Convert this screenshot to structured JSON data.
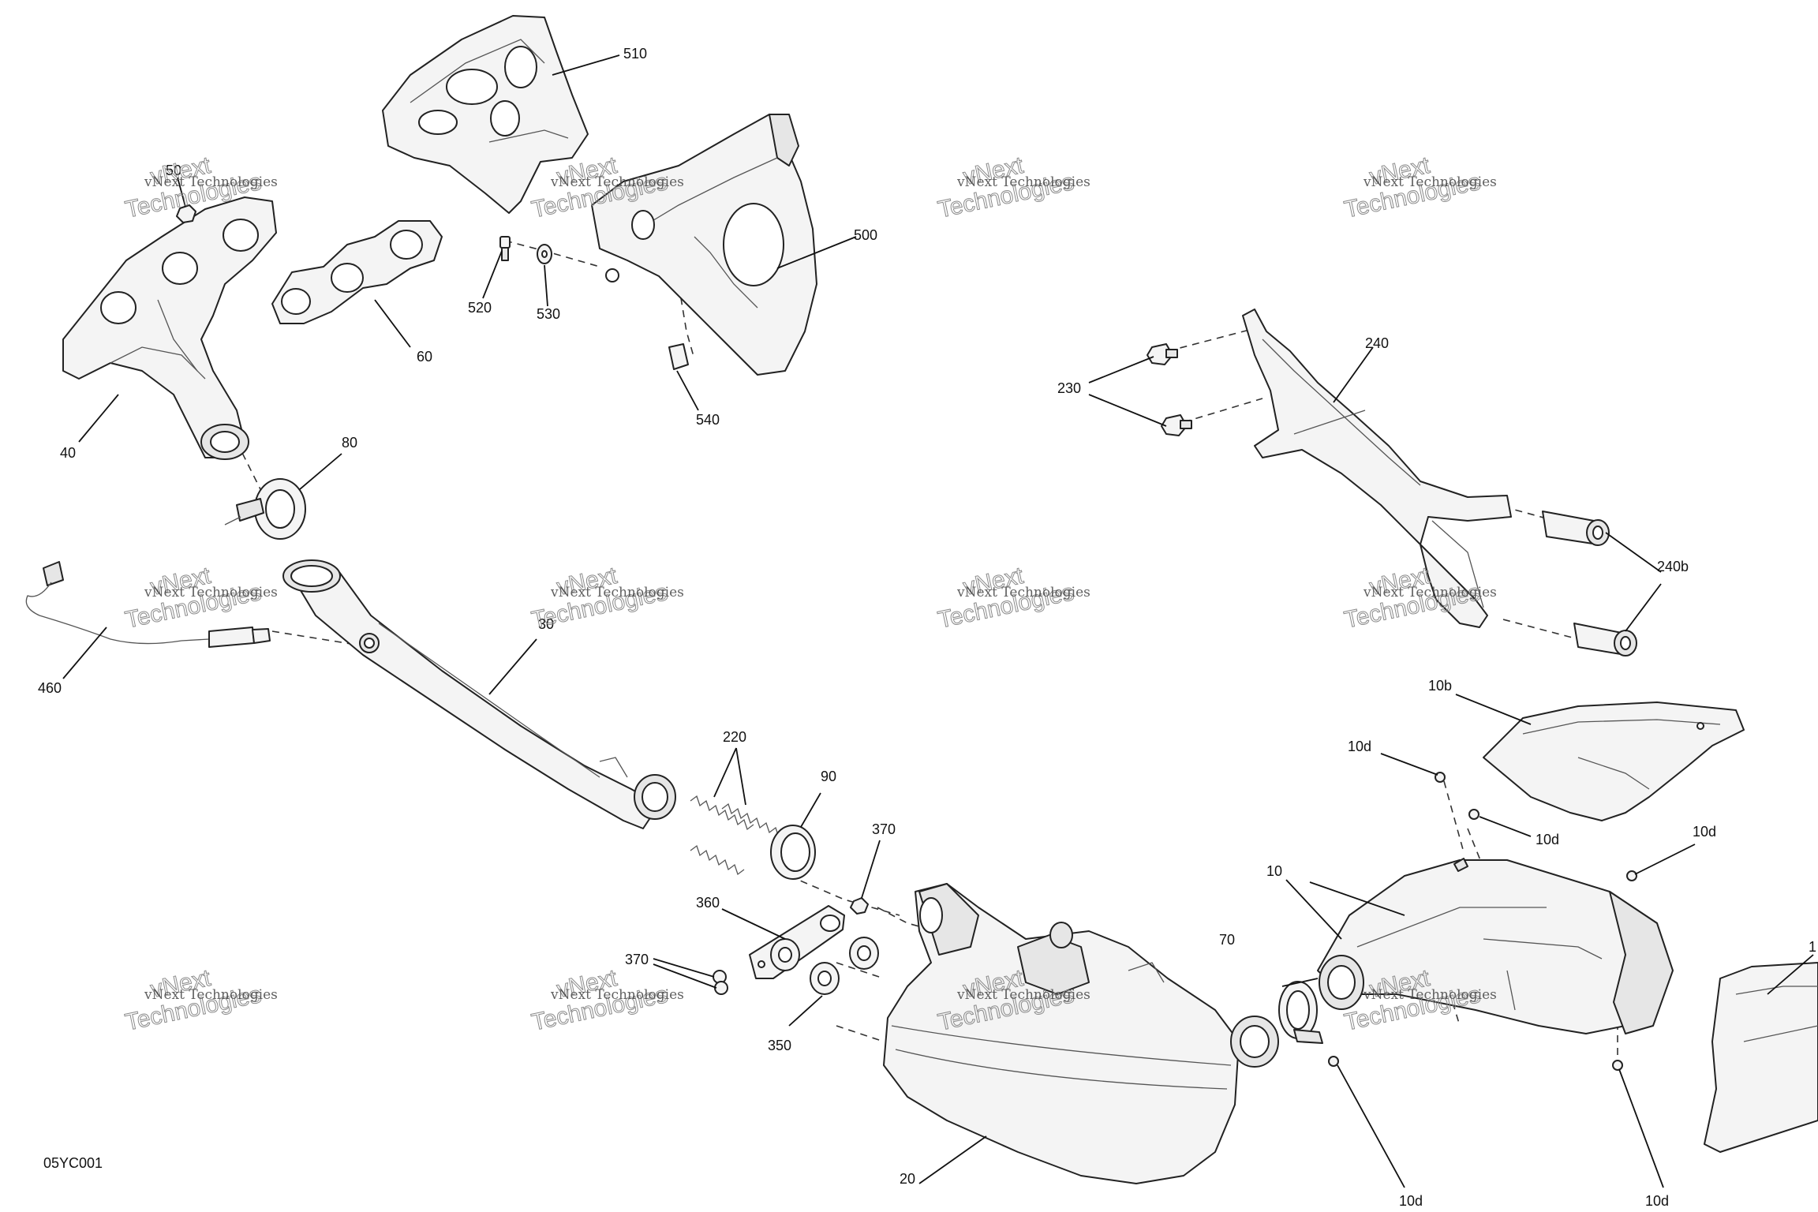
{
  "diagram": {
    "figure_code": "05YC001",
    "watermark": {
      "line1": "vNext Technologies",
      "line2": "Technologies",
      "fragment": "vNext"
    },
    "callouts": [
      {
        "id": "c510",
        "text": "510"
      },
      {
        "id": "c50",
        "text": "50"
      },
      {
        "id": "c500",
        "text": "500"
      },
      {
        "id": "c520",
        "text": "520"
      },
      {
        "id": "c530",
        "text": "530"
      },
      {
        "id": "c60",
        "text": "60"
      },
      {
        "id": "c540",
        "text": "540"
      },
      {
        "id": "c40",
        "text": "40"
      },
      {
        "id": "c80",
        "text": "80"
      },
      {
        "id": "c240",
        "text": "240"
      },
      {
        "id": "c230",
        "text": "230"
      },
      {
        "id": "c240b",
        "text": "240b"
      },
      {
        "id": "c30",
        "text": "30"
      },
      {
        "id": "c460",
        "text": "460"
      },
      {
        "id": "c10b",
        "text": "10b"
      },
      {
        "id": "c220",
        "text": "220"
      },
      {
        "id": "c10d_a",
        "text": "10d"
      },
      {
        "id": "c90",
        "text": "90"
      },
      {
        "id": "c10d_b",
        "text": "10d"
      },
      {
        "id": "c370_a",
        "text": "370"
      },
      {
        "id": "c10d_c",
        "text": "10d"
      },
      {
        "id": "c10",
        "text": "10"
      },
      {
        "id": "c360",
        "text": "360"
      },
      {
        "id": "c70",
        "text": "70"
      },
      {
        "id": "c370_b",
        "text": "370"
      },
      {
        "id": "c350",
        "text": "350"
      },
      {
        "id": "c10d_d",
        "text": "10d"
      },
      {
        "id": "c10d_e",
        "text": "10d"
      },
      {
        "id": "c20",
        "text": "20"
      },
      {
        "id": "c1",
        "text": "1"
      }
    ]
  }
}
